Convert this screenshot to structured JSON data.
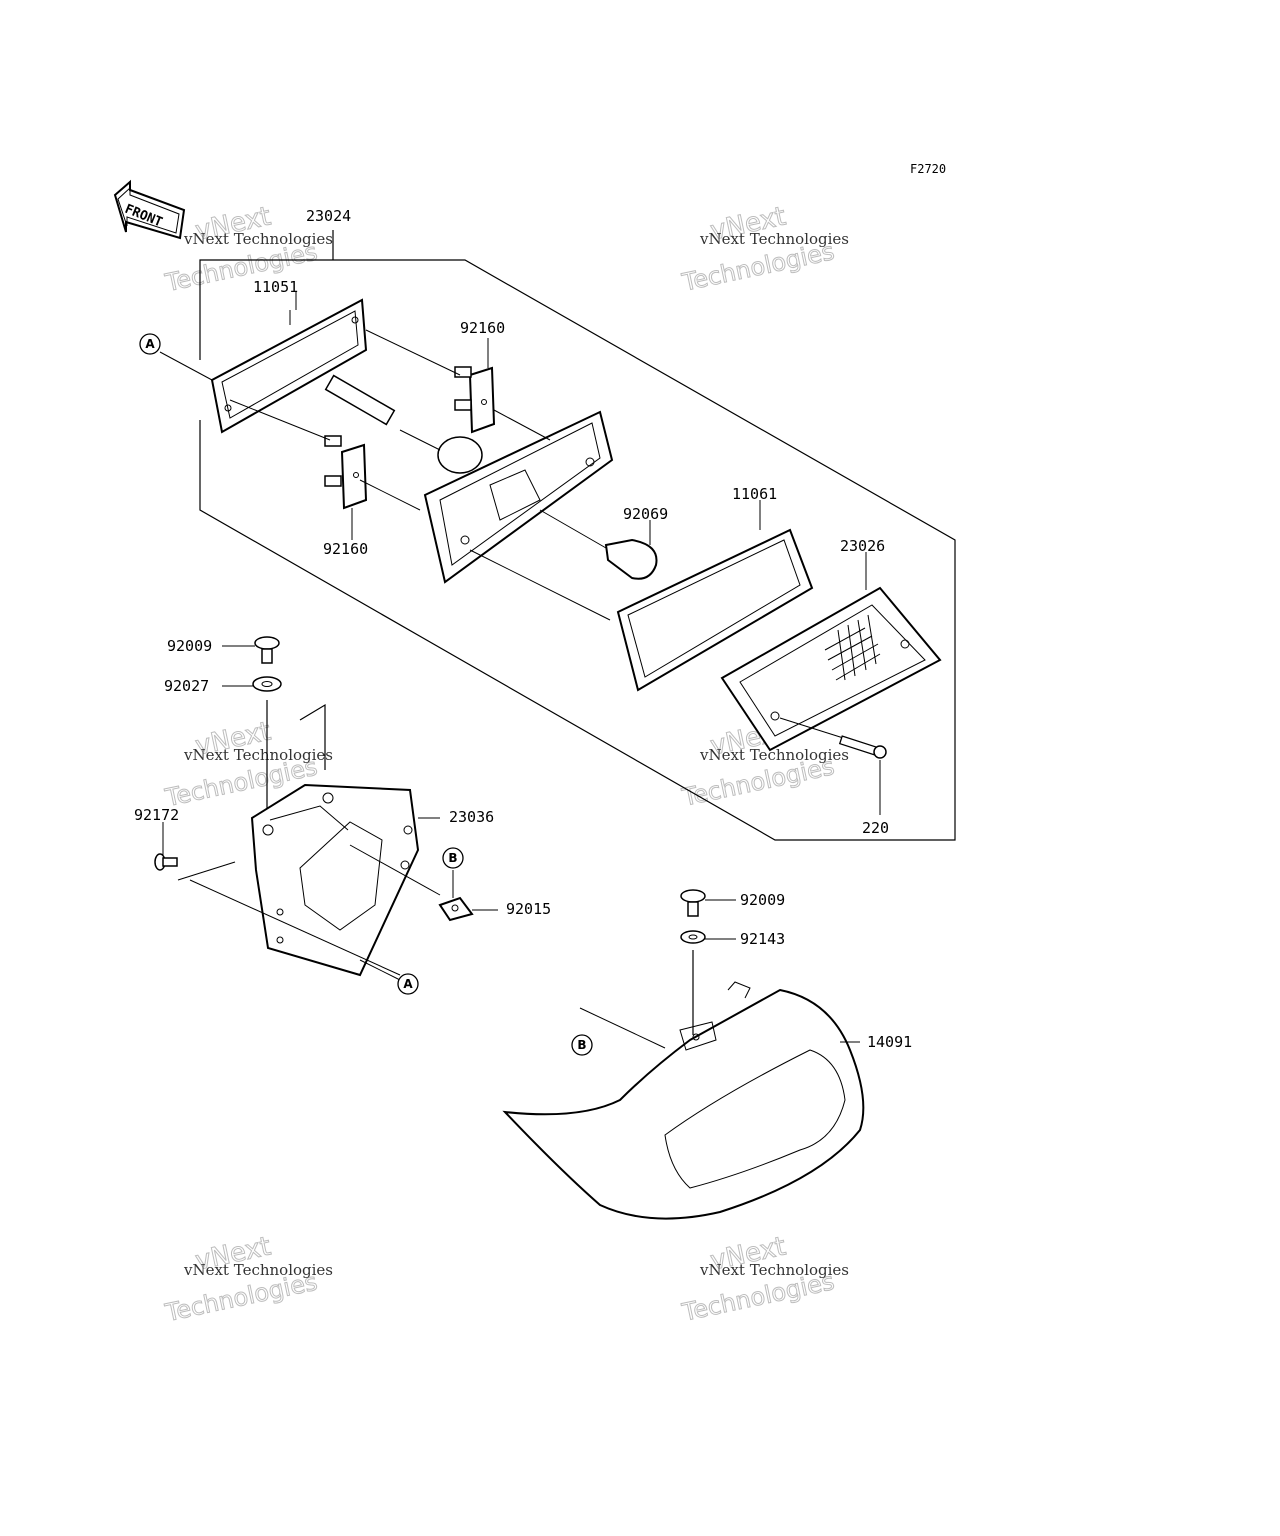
{
  "figure_code": "F2720",
  "front_label": "FRONT",
  "watermark": {
    "line1": "vNext Technologies",
    "line2": "vNext",
    "line3": "Technologies"
  },
  "callouts": {
    "A": "A",
    "B": "B"
  },
  "parts": {
    "p23024": "23024",
    "p11051": "11051",
    "p92160_top": "92160",
    "p92160_bottom": "92160",
    "p92069": "92069",
    "p11061": "11061",
    "p23026": "23026",
    "p220": "220",
    "p92009_left": "92009",
    "p92027": "92027",
    "p92172": "92172",
    "p23036": "23036",
    "p92015": "92015",
    "p92009_right": "92009",
    "p92143": "92143",
    "p14091": "14091"
  }
}
